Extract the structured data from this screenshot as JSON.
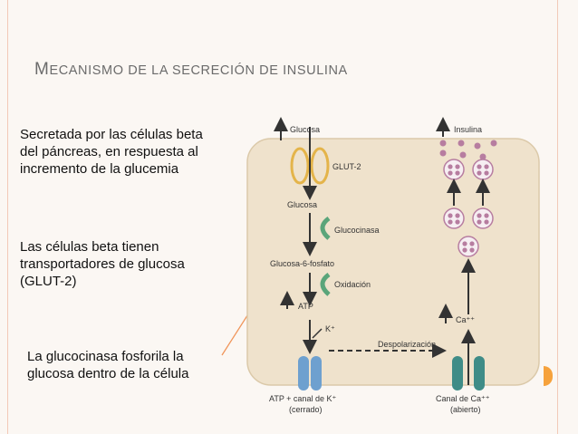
{
  "slide": {
    "title_first": "M",
    "title_rest": "ecanismo de la secreción de insulina",
    "paragraphs": [
      "Secretada por las células beta del páncreas, en respuesta al incremento de la glucemia",
      "Las células beta tienen transportadores de glucosa (GLUT-2)",
      "La glucocinasa fosforila la glucosa dentro de la célula"
    ]
  },
  "diagram": {
    "glucosa_top": "Glucosa",
    "glut2": "GLUT-2",
    "glucosa_inner": "Glucosa",
    "glucocinasa": "Glucocinasa",
    "g6p": "Glucosa-6-fosfato",
    "oxidacion": "Oxidación",
    "atp": "ATP",
    "k": "K⁺",
    "despolarizacion": "Despolarización",
    "atp_channel_line1": "ATP + canal de K⁺",
    "atp_channel_line2": "(cerrado)",
    "insulina": "Insulina",
    "ca": "Ca⁺⁺",
    "ca_channel_line1": "Canal de Ca⁺⁺",
    "ca_channel_line2": "(abierto)"
  },
  "colors": {
    "cell": "#efe2cc",
    "cell_border": "#dbc9a9",
    "glut_ring": "#e4b44a",
    "green_arrow": "#5aa57a",
    "channel_blue": "#6ea0cf",
    "channel_teal": "#3f8c87",
    "granule": "#b77da0",
    "pointer_line": "#f0955a"
  }
}
